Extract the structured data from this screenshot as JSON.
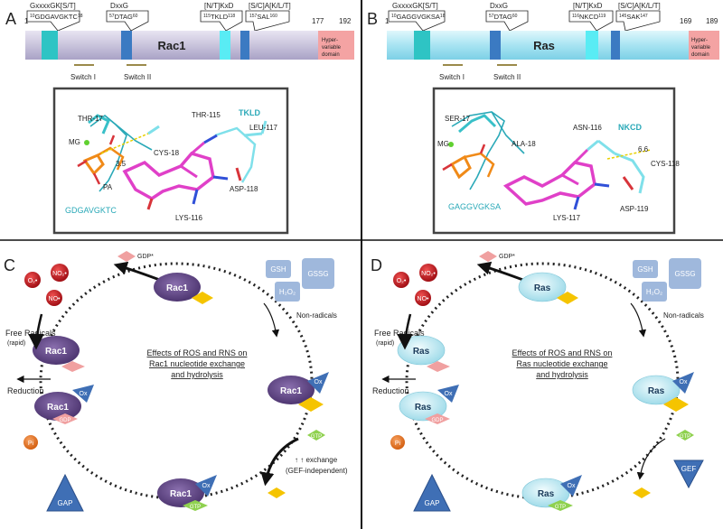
{
  "panelA": {
    "letter": "A",
    "protein": "Rac1",
    "num_start": "1",
    "num_a": "177",
    "num_b": "192",
    "hypervariable": [
      "Hyper-",
      "variable",
      "domain"
    ],
    "motifs": [
      {
        "header": "GxxxxGK[S/T]",
        "seq_pre": "10",
        "seq": "GDGAVGKTC",
        "seq_post": "18"
      },
      {
        "header": "DxxG",
        "seq_pre": "57",
        "seq": "DTAG",
        "seq_post": "60"
      },
      {
        "header": "[N/T]KxD",
        "seq_pre": "115",
        "seq": "TKLD",
        "seq_post": "118"
      },
      {
        "header": "[S/C]A[K/L/T]",
        "seq_pre": "157",
        "seq": "SAL",
        "seq_post": "160"
      }
    ],
    "switch1": "Switch I",
    "switch2": "Switch II",
    "structure": {
      "labels": [
        "THR-17",
        "MG",
        "CYS-18",
        "THR-115",
        "TKLD",
        "LEU-117",
        "PA",
        "3.5",
        "ASP-118",
        "LYS-116",
        "GDGAVGKTC"
      ]
    }
  },
  "panelB": {
    "letter": "B",
    "protein": "Ras",
    "num_start": "1",
    "num_a": "169",
    "num_b": "189",
    "hypervariable": [
      "Hyper-",
      "variable",
      "domain"
    ],
    "motifs": [
      {
        "header": "GxxxxGK[S/T]",
        "seq_pre": "10",
        "seq": "GAGGVGKSA",
        "seq_post": "18"
      },
      {
        "header": "DxxG",
        "seq_pre": "57",
        "seq": "DTAG",
        "seq_post": "60"
      },
      {
        "header": "[N/T]KxD",
        "seq_pre": "116",
        "seq": "NKCD",
        "seq_post": "119"
      },
      {
        "header": "[S/C]A[K/L/T]",
        "seq_pre": "145",
        "seq": "SAK",
        "seq_post": "147"
      }
    ],
    "switch1": "Switch I",
    "switch2": "Switch II",
    "structure": {
      "labels": [
        "SER-17",
        "MG",
        "ALA-18",
        "ASN-116",
        "NKCD",
        "6.6",
        "CYS-118",
        "GAGGVGKSA",
        "LYS-117",
        "ASP-119"
      ]
    }
  },
  "panelC": {
    "letter": "C",
    "node": "Rac1",
    "title_lines": [
      "Effects of ROS and RNS on",
      "Rac1 nucleotide exchange",
      "and hydrolysis"
    ],
    "free_radicals": "Free Radicals",
    "rapid": "(rapid)",
    "non_radicals": "Non-radicals",
    "reduction": "Reduction",
    "exchange_lines": [
      "↑ ↑ exchange",
      "(GEF-independent)"
    ],
    "gdp_star": "GDP*",
    "gdp": "GDP",
    "gtp": "GTP",
    "ox": "Ox",
    "pi": "Pi",
    "gap": "GAP",
    "gsh": "GSH",
    "gssg": "GSSG",
    "h2o2": "H₂O₂",
    "o2": "O₂•",
    "no2": "NO₂•",
    "no": "NO•"
  },
  "panelD": {
    "letter": "D",
    "node": "Ras",
    "title_lines": [
      "Effects of ROS and RNS on",
      "Ras nucleotide exchange",
      "and hydrolysis"
    ],
    "free_radicals": "Free Radicals",
    "rapid": "(rapid)",
    "non_radicals": "Non-radicals",
    "reduction": "Reduction",
    "gdp_star": "GDP*",
    "gdp": "GDP",
    "gtp": "GTP",
    "ox": "Ox",
    "pi": "Pi",
    "gap": "GAP",
    "gef": "GEF",
    "gsh": "GSH",
    "gssg": "GSSG",
    "h2o2": "H₂O₂",
    "o2": "O₂•",
    "no2": "NO₂•",
    "no": "NO•"
  },
  "colors": {
    "rac_bar": "#c9c4dc",
    "ras_bar": "#a8e4f2",
    "motif_dark": "#2ec4c4",
    "motif_blue": "#3b7ac2",
    "hyper": "#f4a3a3",
    "rac_node": "#6b4e8e",
    "ras_node": "#c8eef5",
    "ox_blue": "#3f6fb5",
    "gdp_pink": "#f0a0a0",
    "gtp_green": "#8fd14f",
    "diamond_yellow": "#f5c400",
    "radical_red": "#c8161d",
    "pi_orange": "#e8761e",
    "nonrad_box": "#9fb8dc"
  }
}
